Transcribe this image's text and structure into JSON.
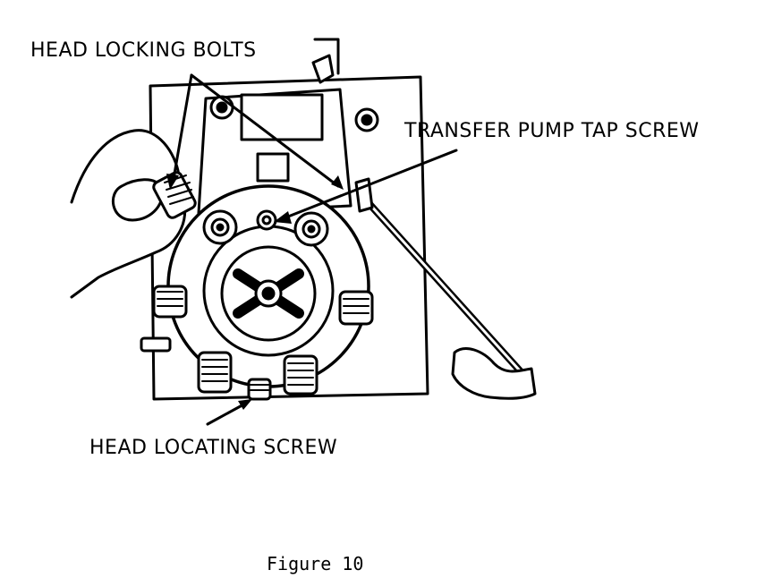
{
  "labels": {
    "head_locking_bolts": "HEAD LOCKING BOLTS",
    "transfer_pump_tap_screw": "TRANSFER PUMP TAP SCREW",
    "head_locating_screw": "HEAD LOCATING SCREW"
  },
  "caption": "Figure 10",
  "colors": {
    "ink": "#000000",
    "paper": "#ffffff"
  }
}
